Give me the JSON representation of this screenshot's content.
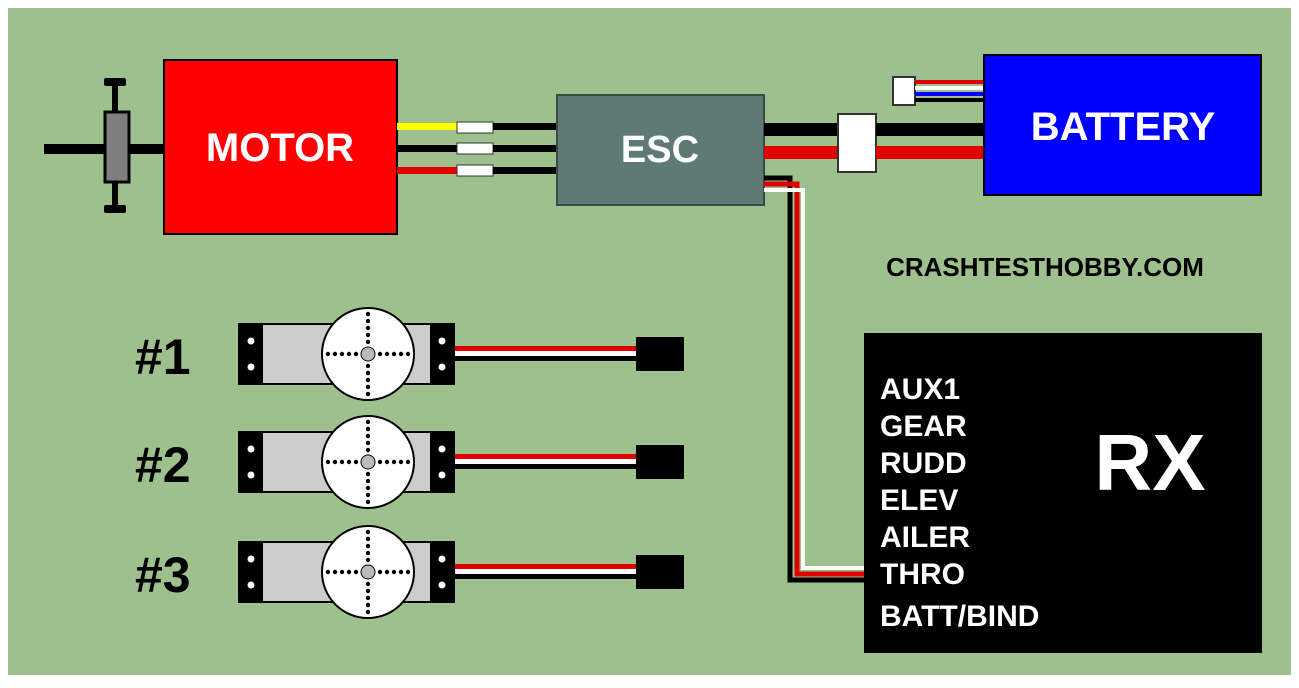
{
  "diagram": {
    "colors": {
      "background": "#9dc08c",
      "motor": "#ff0000",
      "esc": "#5f7a75",
      "battery": "#0000ff",
      "receiver": "#000000",
      "wire_black": "#000000",
      "wire_red": "#e00000",
      "wire_yellow": "#ffff00",
      "wire_white": "#ffffff",
      "servo_body": "#cccccc",
      "servo_horn": "#ffffff"
    },
    "motor": {
      "label": "MOTOR"
    },
    "esc": {
      "label": "ESC"
    },
    "battery": {
      "label": "BATTERY"
    },
    "website": "CRASHTESTHOBBY.COM",
    "receiver": {
      "title": "RX",
      "channels": [
        "AUX1",
        "GEAR",
        "RUDD",
        "ELEV",
        "AILER",
        "THRO",
        "BATT/BIND"
      ]
    },
    "servos": [
      {
        "label": "#1"
      },
      {
        "label": "#2"
      },
      {
        "label": "#3"
      }
    ]
  }
}
